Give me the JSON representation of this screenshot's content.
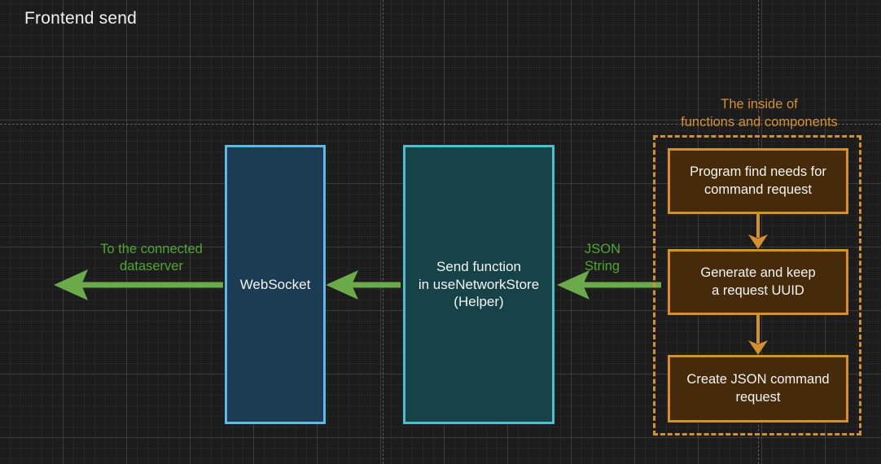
{
  "page": {
    "title": "Frontend send",
    "background_color": "#1c1c1c",
    "grid": "dark-dotted-grid"
  },
  "colors": {
    "title_text": "#f2f2f2",
    "websocket_border": "#5cb9e8",
    "websocket_fill": "#1b3c52",
    "sendfn_border": "#4bbfcd",
    "sendfn_fill": "#154348",
    "orange_border": "#d4902f",
    "orange_fill": "#452b09",
    "green_arrow": "#6aaa4a",
    "green_text": "#4fa62f"
  },
  "nodes": {
    "websocket": {
      "label": "WebSocket"
    },
    "send_function": {
      "label": "Send function\nin useNetworkStore\n(Helper)"
    },
    "program_find": {
      "label": "Program find needs for\ncommand request"
    },
    "generate_uuid": {
      "label": "Generate and keep\na request UUID"
    },
    "create_json": {
      "label": "Create JSON command\nrequest"
    }
  },
  "group": {
    "inside_label": "The inside of\nfunctions and components"
  },
  "edges": {
    "to_dataserver_label": "To the connected\ndataserver",
    "json_string_label": "JSON\nString"
  }
}
